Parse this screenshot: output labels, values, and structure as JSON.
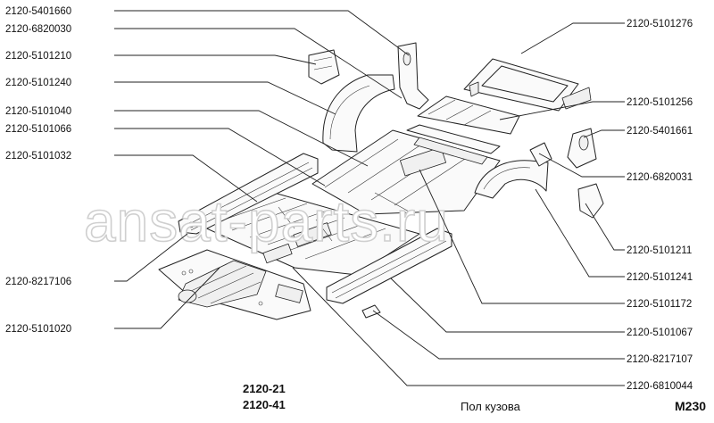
{
  "watermark": "ansat-parts.ru",
  "models": [
    "2120-21",
    "2120-41"
  ],
  "title": "Пол кузова",
  "code": "M230",
  "labels_left": [
    "2120-5401660",
    "2120-6820030",
    "2120-5101210",
    "2120-5101240",
    "2120-5101040",
    "2120-5101066",
    "2120-5101032",
    "2120-8217106",
    "2120-5101020"
  ],
  "labels_right": [
    "2120-5101276",
    "2120-5101256",
    "2120-5401661",
    "2120-6820031",
    "2120-5101211",
    "2120-5101241",
    "2120-5101172",
    "2120-5101067",
    "2120-8217107",
    "2120-6810044"
  ]
}
